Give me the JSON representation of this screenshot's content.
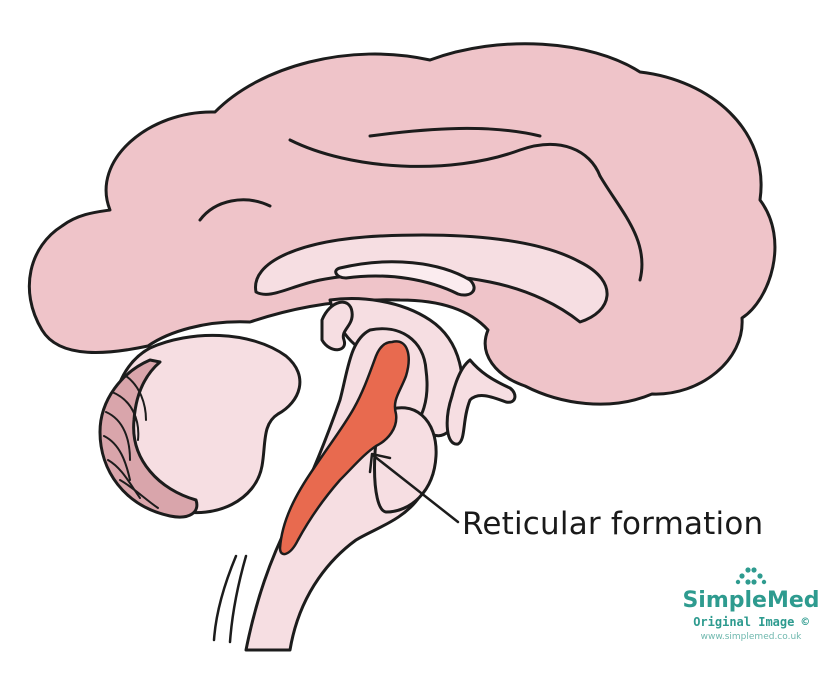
{
  "diagram": {
    "label": "Reticular formation",
    "colors": {
      "cortex": "#efc4c9",
      "inner": "#f6dee2",
      "cerebellum_stripe": "#d9a5ab",
      "reticular": "#e86a4f",
      "outline": "#1c1c1c"
    }
  },
  "branding": {
    "name": "SimpleMed",
    "subtitle": "Original Image ©",
    "url": "www.simplemed.co.uk",
    "color": "#2e9b8f"
  }
}
